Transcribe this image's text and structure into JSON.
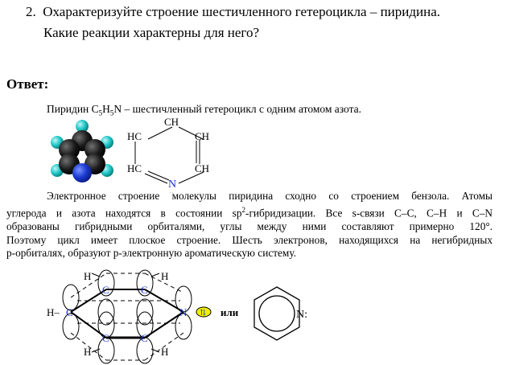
{
  "question": {
    "number": "2.",
    "line1": "Охарактеризуйте строение шестичленного гетероцикла – пиридина.",
    "line2": "Какие реакции характерны для него?"
  },
  "answer_label": "Ответ:",
  "intro": {
    "prefix": "Пиридин C",
    "sub1": "5",
    "mid": "H",
    "sub2": "5",
    "suffix": "N – шестичленный гетероцикл с одним атомом азота."
  },
  "structure_labels": {
    "ch_top": "CH",
    "hc_left_top": "HC",
    "ch_right_top": "CH",
    "hc_left_bottom": "HC",
    "ch_right_bottom": "CH",
    "n": "N",
    "lone_pair": "..",
    "h": "H",
    "c": "C",
    "h_dash": "H–",
    "or": "или",
    "n_colon": "N:"
  },
  "paragraph": {
    "l1": "Электронное строение молекулы пиридина сходно со строением бензола. Атомы",
    "l2a": "углерода и азота находятся в состоянии sp",
    "l2sup": "2",
    "l2b": "-гибридизации. Все s-связи С–С, С–Н и С–N",
    "l3": "образованы гибридными орбиталями, углы между ними составляют примерно 120°.",
    "l4": "Поэтому цикл имеет плоское строение. Шесть электронов, находящихся на негибридных",
    "l5": "р-орбиталях, образуют р-электронную ароматическую систему."
  },
  "colors": {
    "carbon": "#1a1a1a",
    "hydrogen": "#1fc7c7",
    "nitrogen": "#1a3ad1",
    "label_blue": "#1a2fd6",
    "lone_pair_fill": "#f0f000"
  }
}
